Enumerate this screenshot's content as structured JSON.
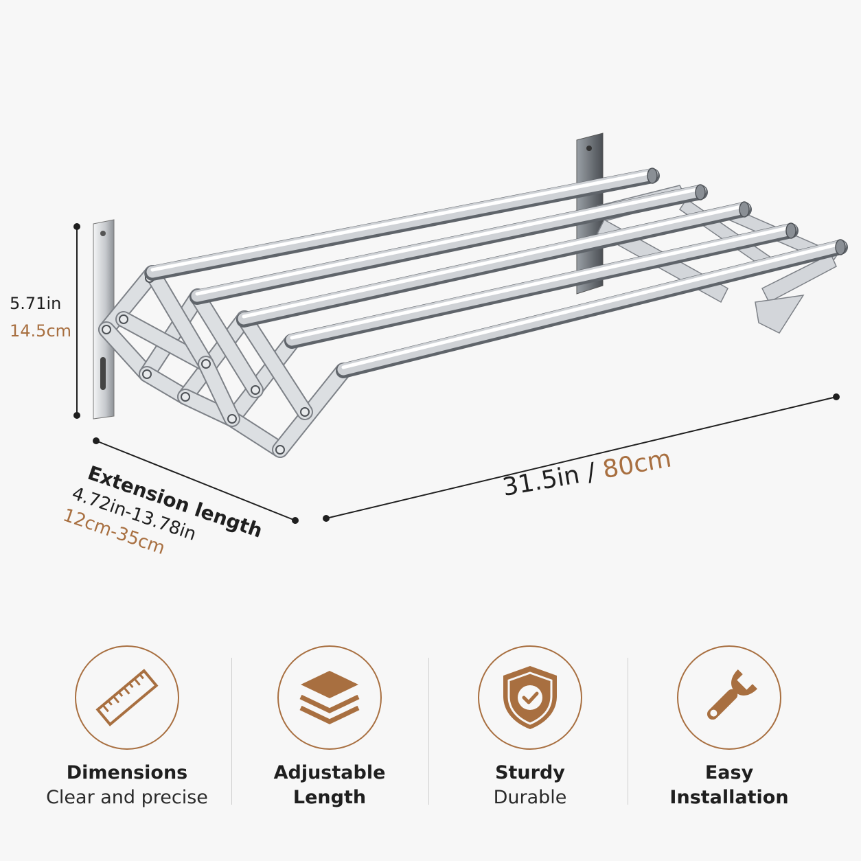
{
  "colors": {
    "accent": "#a86f40",
    "text": "#1f1f1f",
    "background": "#f7f7f7",
    "steel": "#c9ccd0"
  },
  "dimensions": {
    "height_in": "5.71in",
    "height_cm": "14.5cm",
    "extension_title": "Extension length",
    "extension_in": "4.72in-13.78in",
    "extension_cm": "12cm-35cm",
    "length_in": "31.5in",
    "length_sep": " / ",
    "length_cm": "80cm"
  },
  "features": [
    {
      "icon": "ruler-icon",
      "title": "Dimensions",
      "subtitle": "Clear and precise"
    },
    {
      "icon": "layers-icon",
      "title": "Adjustable",
      "subtitle": "Length"
    },
    {
      "icon": "shield-check-icon",
      "title": "Sturdy",
      "subtitle": "Durable"
    },
    {
      "icon": "wrench-icon",
      "title": "Easy",
      "subtitle": "Installation"
    }
  ]
}
